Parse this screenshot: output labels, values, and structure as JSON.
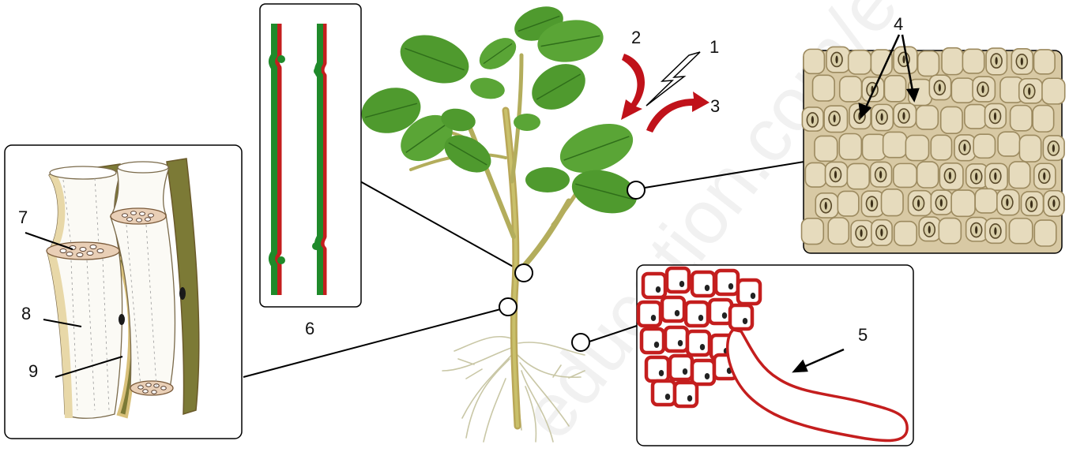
{
  "watermark": "education.com/e",
  "labels": {
    "l1": "1",
    "l2": "2",
    "l3": "3",
    "l4": "4",
    "l5": "5",
    "l6": "6",
    "l7": "7",
    "l8": "8",
    "l9": "9"
  },
  "colors": {
    "leaf": "#4f9a2e",
    "leaf_dark": "#2f6e1a",
    "stem": "#a9ac52",
    "arrow_red": "#c0121a",
    "xylem_green": "#1f8a2a",
    "root_hair_red": "#c41e1e",
    "epidermis_bg": "#d8c9a4",
    "sieve_tube_wall": "#d8c07a",
    "companion_cell": "#7c7a36"
  },
  "icons": {
    "light": "lightning-bolt-icon",
    "arrow_in": "curved-arrow-in-icon",
    "arrow_out": "curved-arrow-out-icon"
  }
}
